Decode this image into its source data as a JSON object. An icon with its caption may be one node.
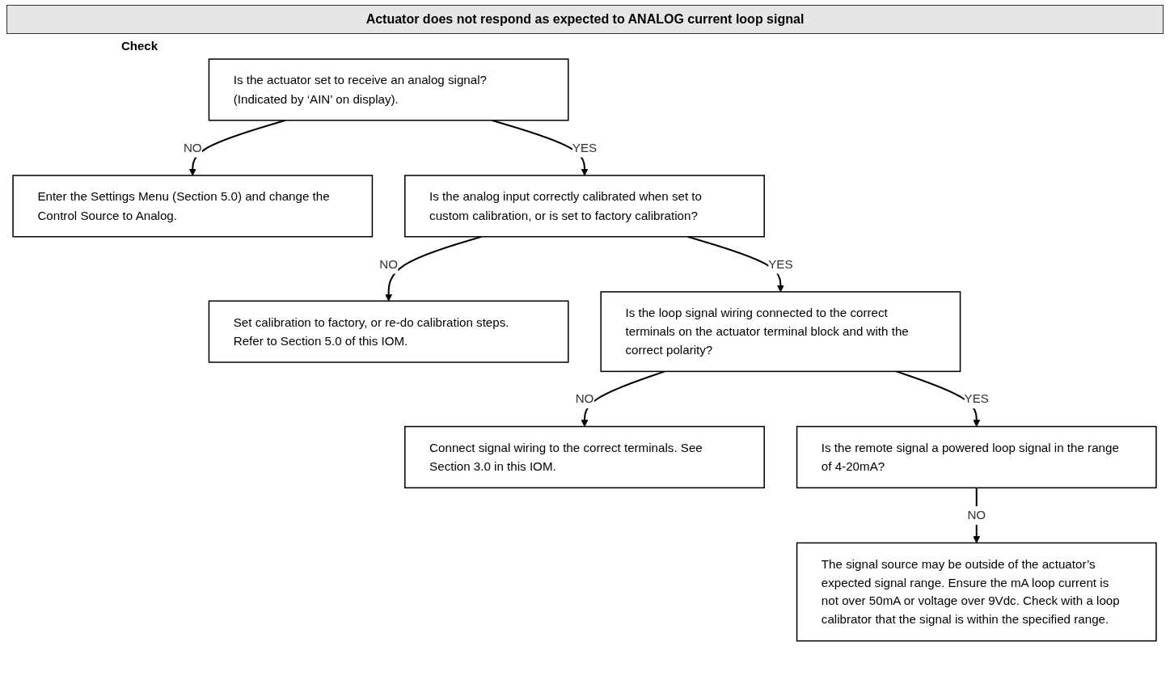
{
  "diagram": {
    "title": "Actuator does not respond as expected to ANALOG current loop signal",
    "nodes": [
      {
        "text": [
          "Is the actuator set to receive an analog signal? (Indicated by ‘AIN’ on display)."
        ]
      },
      {
        "text": [
          "Enter the Settings Menu (Section 5.0) and change the Control Source to Analog."
        ]
      },
      {
        "text": [
          "Is the analog input correctly calibrated when set to custom calibration, or is set to factory calibration?"
        ]
      },
      {
        "text": [
          "Set calibration to factory, or re-do calibration steps. Refer to Section 5.0 of this IOM."
        ]
      },
      {
        "text": [
          "Is the loop signal wiring connected to the correct terminals on the actuator terminal block and with the correct polarity?"
        ]
      },
      {
        "text": [
          "Connect signal wiring to the correct terminals. See Section 3.0 in this IOM."
        ]
      },
      {
        "text": [
          "Is the remote signal a powered loop signal in the range of 4-20mA?"
        ]
      },
      {
        "text": [
          "The signal source may be outside of the actuator’s expected signal range. Ensure the mA loop current is not over 50mA or voltage over 9Vdc. Check with a loop calibrator that the signal is within the specified range."
        ]
      }
    ],
    "edges": [
      {
        "from": 0,
        "to": 1,
        "arrow": "to",
        "label": "NO"
      },
      {
        "from": 0,
        "to": 2,
        "arrow": "to",
        "label": "YES"
      },
      {
        "from": 2,
        "to": 3,
        "arrow": "to",
        "label": "NO"
      },
      {
        "from": 2,
        "to": 4,
        "arrow": "to",
        "label": "YES"
      },
      {
        "from": 4,
        "to": 5,
        "arrow": "to",
        "label": "NO"
      },
      {
        "from": 4,
        "to": 6,
        "arrow": "to",
        "label": "YES"
      },
      {
        "from": 6,
        "to": 7,
        "arrow": "to",
        "label": "NO"
      }
    ],
    "labels": [
      "Check"
    ]
  }
}
